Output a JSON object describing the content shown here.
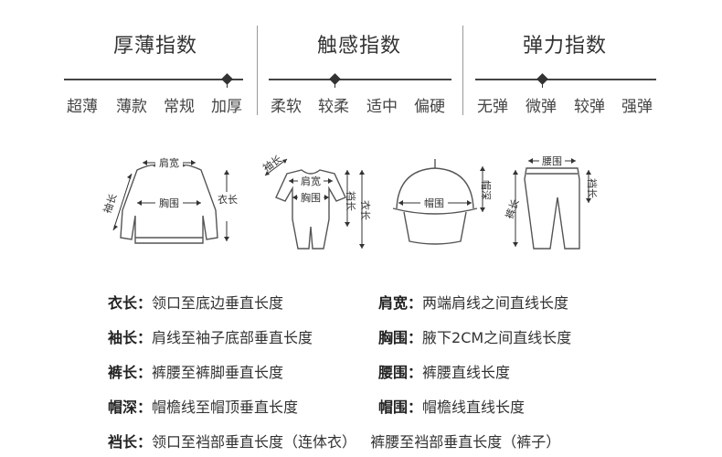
{
  "indices": [
    {
      "title": "厚薄指数",
      "levels": [
        "超薄",
        "薄款",
        "常规",
        "加厚"
      ],
      "selected": "加厚"
    },
    {
      "title": "触感指数",
      "levels": [
        "柔软",
        "较柔",
        "适中",
        "偏硬"
      ],
      "selected": "较柔"
    },
    {
      "title": "弹力指数",
      "levels": [
        "无弹",
        "微弹",
        "较弹",
        "强弹"
      ],
      "selected": "微弹"
    }
  ],
  "diagrams": {
    "hoodie": {
      "shoulder": "肩宽",
      "chest": "胸围",
      "sleeve": "袖长",
      "length": "衣长"
    },
    "romper": {
      "sleeve": "袖长",
      "shoulder": "肩宽",
      "chest": "胸围",
      "crotch": "裆长",
      "length": "衣长"
    },
    "cap": {
      "circumference": "帽围",
      "depth": "帽深"
    },
    "pants": {
      "waist": "腰围",
      "length": "裤长",
      "crotch": "裆长"
    }
  },
  "definitions": [
    {
      "term": "衣长",
      "desc": "领口至底边垂直长度"
    },
    {
      "term": "肩宽",
      "desc": "两端肩线之间直线长度"
    },
    {
      "term": "袖长",
      "desc": "肩线至袖子底部垂直长度"
    },
    {
      "term": "胸围",
      "desc": "腋下2CM之间直线长度"
    },
    {
      "term": "裤长",
      "desc": "裤腰至裤脚垂直长度"
    },
    {
      "term": "腰围",
      "desc": "裤腰直线长度"
    },
    {
      "term": "帽深",
      "desc": "帽檐线至帽顶垂直长度"
    },
    {
      "term": "帽围",
      "desc": "帽檐线直线长度"
    },
    {
      "term": "裆长",
      "desc": "领口至裆部垂直长度（连体衣）   裤腰至裆部垂直长度（裤子）"
    }
  ]
}
